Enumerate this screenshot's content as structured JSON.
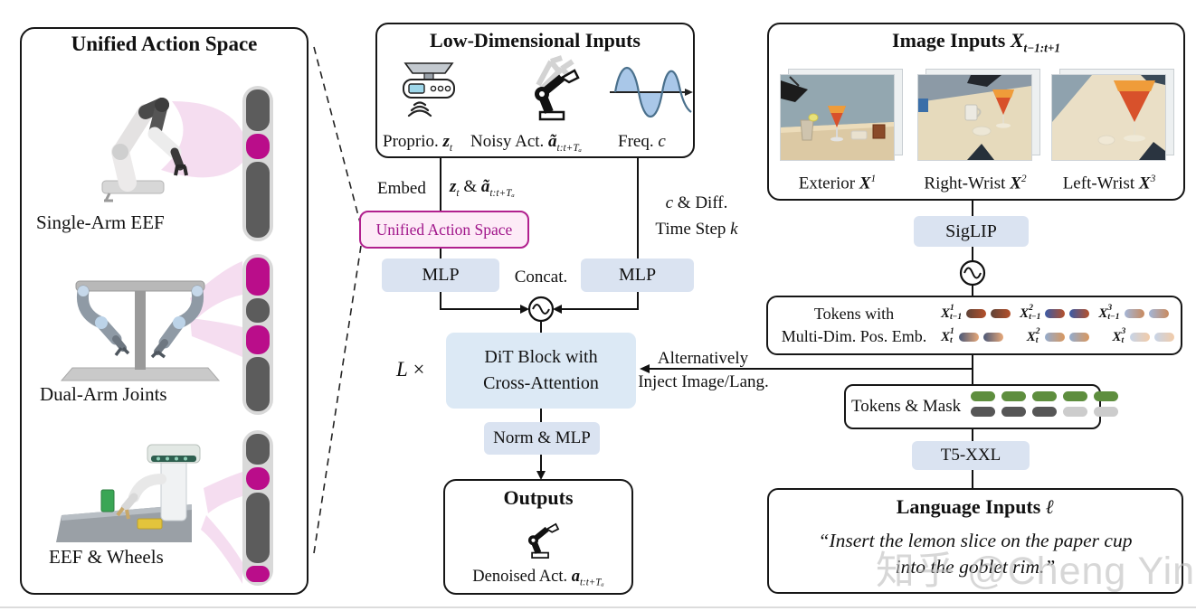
{
  "colors": {
    "accent_magenta": "#b1208e",
    "capsule_magenta": "#ba0d8a",
    "capsule_gray": "#5c5c5c",
    "ribbon_pink": "#f4d9ee",
    "box_blue": "#dae3f1",
    "dit_blue": "#dce9f5",
    "pink_box_bg": "#fdebf7",
    "token_green": "#5e8e3e",
    "token_dark": "#565656",
    "token_light": "#cccccc"
  },
  "left_panel": {
    "title": "Unified Action Space",
    "robots": [
      {
        "label": "Single-Arm EEF"
      },
      {
        "label": "Dual-Arm Joints"
      },
      {
        "label": "EEF & Wheels"
      }
    ]
  },
  "low_dim": {
    "title": "Low-Dimensional Inputs",
    "proprio": {
      "text": "Proprio. ",
      "var": "z",
      "sub": "t"
    },
    "noisy": {
      "text": "Noisy Act. ",
      "var": "ã",
      "sub": "t:t+Tₐ"
    },
    "freq": {
      "text": "Freq. ",
      "var": "c"
    }
  },
  "embed_label": "Embed",
  "za_label": {
    "var1": "z",
    "sub1": "t",
    "amp": " & ",
    "var2": "ã",
    "sub2": "t:t+Tₐ"
  },
  "cdiff": {
    "line1_var": "c",
    "line1_rest": " & Diff.",
    "line2": "Time Step ",
    "line2_var": "k"
  },
  "uas_box": "Unified Action Space",
  "mlp1": "MLP",
  "mlp2": "MLP",
  "concat": "Concat.",
  "dit": {
    "l": "L",
    "times": " ×",
    "line1": "DiT Block with",
    "line2": "Cross-Attention"
  },
  "alt": {
    "line1": "Alternatively",
    "line2": "Inject Image/Lang."
  },
  "norm": "Norm & MLP",
  "outputs": {
    "title": "Outputs",
    "label": {
      "text": "Denoised Act. ",
      "var": "a",
      "sub": "t:t+Tₐ"
    }
  },
  "images": {
    "title": {
      "text": "Image Inputs ",
      "var": "X",
      "sub": "t−1:t+1"
    },
    "cams": [
      {
        "text": "Exterior ",
        "var": "X",
        "sup": "1"
      },
      {
        "text": "Right-Wrist ",
        "var": "X",
        "sup": "2"
      },
      {
        "text": "Left-Wrist ",
        "var": "X",
        "sup": "3"
      }
    ]
  },
  "siglip": "SigLIP",
  "tokens_box": {
    "line1": "Tokens with",
    "line2": "Multi-Dim. Pos. Emb.",
    "row1": [
      {
        "var": "X",
        "sup": "1",
        "sub": "t−1"
      },
      {
        "var": "X",
        "sup": "2",
        "sub": "t−1"
      },
      {
        "var": "X",
        "sup": "3",
        "sub": "t−1"
      }
    ],
    "row2": [
      {
        "var": "X",
        "sup": "1",
        "sub": "t"
      },
      {
        "var": "X",
        "sup": "2",
        "sub": "t"
      },
      {
        "var": "X",
        "sup": "3",
        "sub": "t"
      }
    ]
  },
  "tokens_mask": "Tokens & Mask",
  "t5": "T5-XXL",
  "language": {
    "title": {
      "text": "Language Inputs ",
      "var": "ℓ"
    },
    "quote_line1": "“Insert the lemon slice on the paper cup",
    "quote_line2": "into the goblet rim.”"
  },
  "watermark": "知乎 @Cheng Yin"
}
